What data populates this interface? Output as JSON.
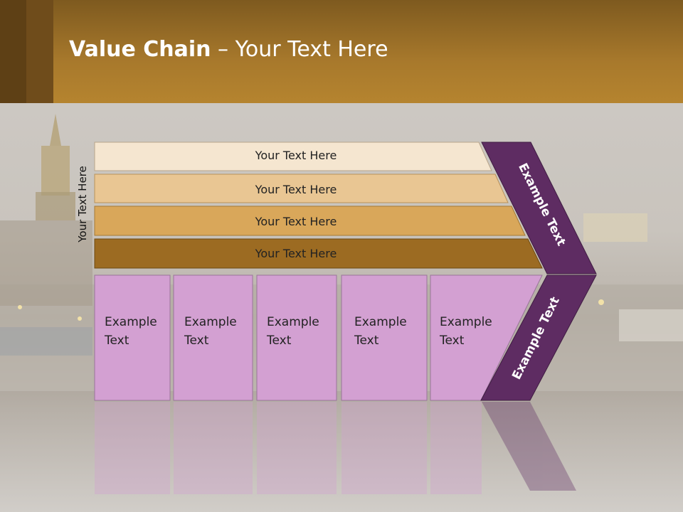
{
  "title": {
    "bold": "Value Chain",
    "rest": " – Your Text Here"
  },
  "side_label": "Your Text Here",
  "support_bars": [
    {
      "label": "Your Text Here",
      "color": "#f5e6d0"
    },
    {
      "label": "Your Text Here",
      "color": "#e9c693"
    },
    {
      "label": "Your Text Here",
      "color": "#d9a75a"
    },
    {
      "label": "Your Text Here",
      "color": "#9c6b22"
    }
  ],
  "primary_cells": [
    {
      "line1": "Example",
      "line2": "Text"
    },
    {
      "line1": "Example",
      "line2": "Text"
    },
    {
      "line1": "Example",
      "line2": "Text"
    },
    {
      "line1": "Example",
      "line2": "Text"
    },
    {
      "line1": "Example",
      "line2": "Text"
    }
  ],
  "margin_upper": "Example Text",
  "margin_lower": "Example Text",
  "colors": {
    "cell": "#d3a0d2",
    "margin": "#5e2c62",
    "header": "#a8792c"
  }
}
